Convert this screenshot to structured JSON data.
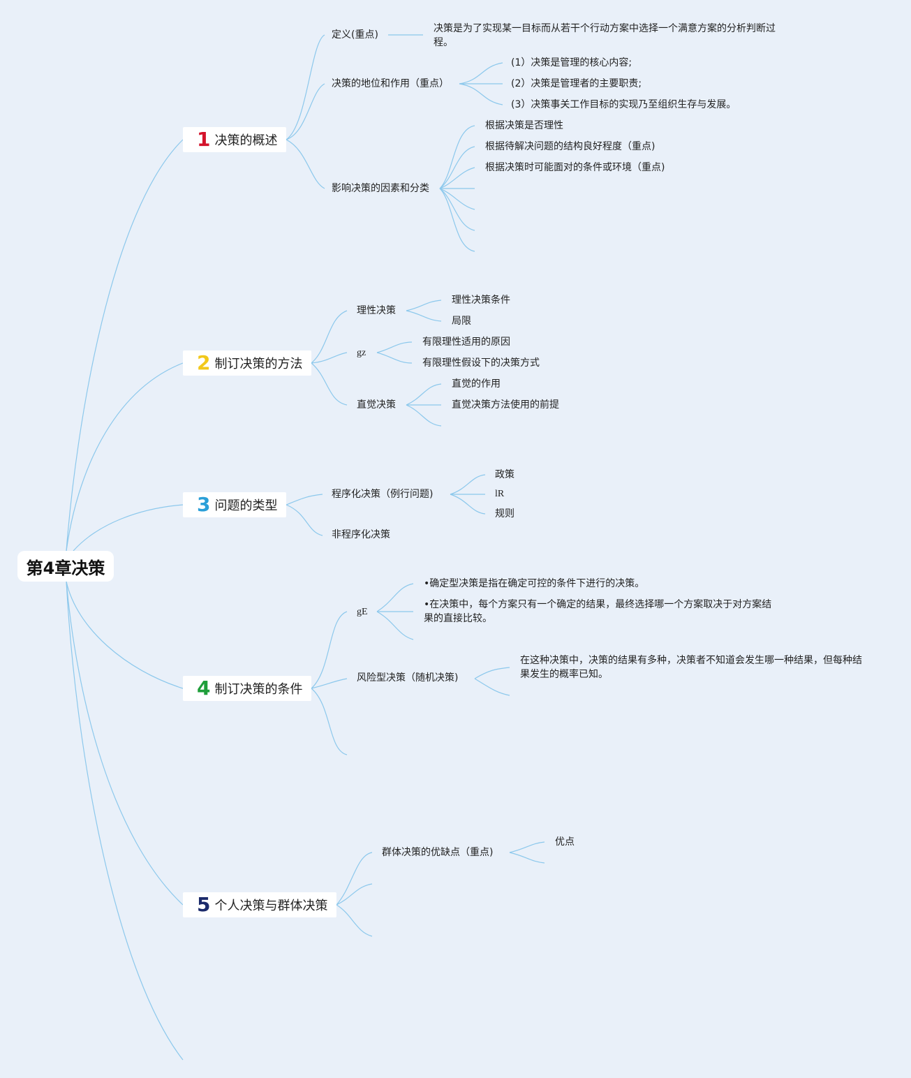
{
  "root": {
    "label": "第4章决策"
  },
  "branches": [
    {
      "num": "1",
      "color": "#d4142c",
      "label": "决策的概述"
    },
    {
      "num": "2",
      "color": "#f2c81b",
      "label": "制订决策的方法"
    },
    {
      "num": "3",
      "color": "#2a9fd8",
      "label": "问题的类型"
    },
    {
      "num": "4",
      "color": "#1f9e3a",
      "label": "制订决策的条件"
    },
    {
      "num": "5",
      "color": "#1b2a6b",
      "label": "个人决策与群体决策"
    }
  ],
  "b1": {
    "definition": "定义(重点)",
    "definition_text": "决策是为了实现某一目标而从若干个行动方案中选择一个满意方案的分析判断过程。",
    "status": "决策的地位和作用（重点）",
    "status_items": [
      "(1）决策是管理的核心内容;",
      "(2）决策是管理者的主要职责;",
      "(3）决策事关工作目标的实现乃至组织生存与发展。"
    ],
    "factors": "影响决策的因素和分类",
    "factor_items": [
      "根据决策是否理性",
      "根据待解决问题的结构良好程度（重点)",
      "根据决策时可能面对的条件或环境（重点)"
    ]
  },
  "b2": {
    "rational": "理性决策",
    "rational_items": [
      "理性决策条件",
      "局限"
    ],
    "bounded": "gz",
    "bounded_items": [
      "有限理性适用的原因",
      "有限理性假设下的决策方式"
    ],
    "intuitive": "直觉决策",
    "intuitive_items": [
      "直觉的作用",
      "直觉决策方法使用的前提"
    ]
  },
  "b3": {
    "programmed": "程序化决策（例行问题)",
    "programmed_items": [
      "政策",
      "lR",
      "规则"
    ],
    "nonprogrammed": "非程序化决策"
  },
  "b4": {
    "certain": "gE",
    "certain_items": [
      "•确定型决策是指在确定可控的条件下进行的决策。",
      "•在决策中，每个方案只有一个确定的结果，最终选择哪一个方案取决于对方案结果的直接比较。"
    ],
    "risk": "风险型决策（随机决策)",
    "risk_text": "在这种决策中，决策的结果有多种，决策者不知道会发生哪一种结果，但每种结果发生的概率已知。"
  },
  "b5": {
    "group": "群体决策的优缺点（重点)",
    "group_items": [
      "优点"
    ]
  }
}
